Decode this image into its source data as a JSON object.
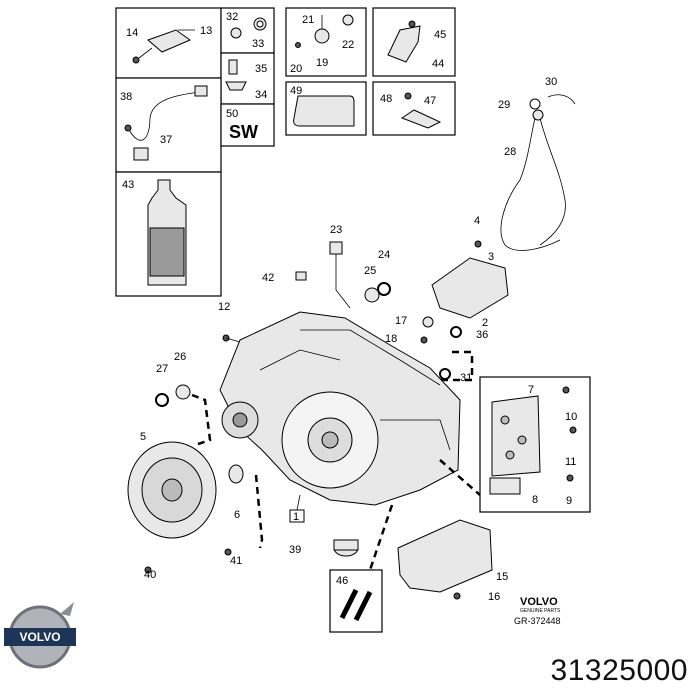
{
  "part_number": "31325000",
  "brand": {
    "name": "VOLVO",
    "subtitle": "GENUINE PARTS"
  },
  "diagram_ref": "GR-372448",
  "sw_label": "SW",
  "main_callout": "1",
  "callouts": {
    "c2": "2",
    "c3": "3",
    "c4": "4",
    "c5": "5",
    "c6": "6",
    "c7": "7",
    "c8": "8",
    "c9": "9",
    "c10": "10",
    "c11": "11",
    "c12": "12",
    "c13": "13",
    "c14": "14",
    "c15": "15",
    "c16": "16",
    "c17": "17",
    "c18": "18",
    "c19": "19",
    "c20": "20",
    "c21": "21",
    "c22": "22",
    "c23": "23",
    "c24": "24",
    "c25": "25",
    "c26": "26",
    "c27": "27",
    "c28": "28",
    "c29": "29",
    "c30": "30",
    "c31": "31",
    "c32": "32",
    "c33": "33",
    "c34": "34",
    "c35": "35",
    "c36": "36",
    "c37": "37",
    "c38": "38",
    "c39": "39",
    "c40": "40",
    "c41": "41",
    "c42": "42",
    "c43": "43",
    "c44": "44",
    "c45": "45",
    "c46": "46",
    "c47": "47",
    "c48": "48",
    "c49": "49",
    "c50": "50"
  }
}
